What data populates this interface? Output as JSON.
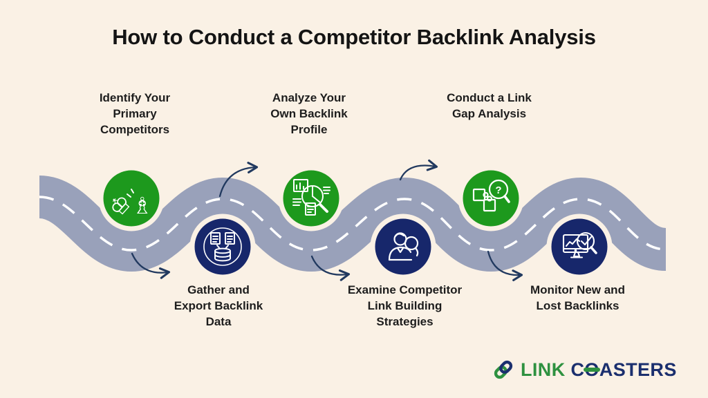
{
  "title": "How to Conduct a Competitor Backlink Analysis",
  "colors": {
    "background": "#faf1e5",
    "road": "#99a1ba",
    "road_dash": "#ffffff",
    "step_green": "#1d991d",
    "step_navy": "#17276b",
    "arrow": "#21395f",
    "text": "#1d1d1d",
    "logo_green": "#2e9140",
    "logo_navy": "#1b2f6e"
  },
  "steps": [
    {
      "id": 1,
      "label": "Identify Your\nPrimary\nCompetitors",
      "icon": "chess-pieces-icon",
      "circle_color": "green",
      "label_position": "top"
    },
    {
      "id": 2,
      "label": "Gather and\nExport Backlink\nData",
      "icon": "documents-database-icon",
      "circle_color": "navy",
      "label_position": "bottom"
    },
    {
      "id": 3,
      "label": "Analyze Your\nOwn Backlink\nProfile",
      "icon": "magnifier-charts-icon",
      "circle_color": "green",
      "label_position": "top"
    },
    {
      "id": 4,
      "label": "Examine Competitor\nLink Building\nStrategies",
      "icon": "person-magnifier-icon",
      "circle_color": "navy",
      "label_position": "bottom"
    },
    {
      "id": 5,
      "label": "Conduct a Link\nGap Analysis",
      "icon": "puzzle-magnifier-icon",
      "circle_color": "green",
      "label_position": "top"
    },
    {
      "id": 6,
      "label": "Monitor New and\nLost Backlinks",
      "icon": "monitor-magnifier-icon",
      "circle_color": "navy",
      "label_position": "bottom"
    }
  ],
  "icon_glyphs": {
    "question_mark": "?",
    "fallen_chess_piece": "♔",
    "standing_chess_piece": "♗"
  },
  "logo": {
    "word1": "LINK",
    "word2_c": "C",
    "word2_o": "O",
    "word2_rest": "ASTERS"
  }
}
